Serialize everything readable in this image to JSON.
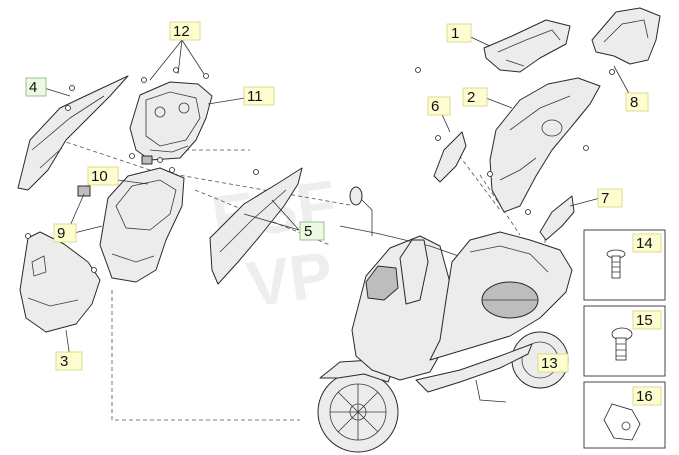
{
  "callouts": [
    {
      "id": "c1",
      "label": "1"
    },
    {
      "id": "c2",
      "label": "2"
    },
    {
      "id": "c3",
      "label": "3"
    },
    {
      "id": "c4",
      "label": "4"
    },
    {
      "id": "c5",
      "label": "5"
    },
    {
      "id": "c6",
      "label": "6"
    },
    {
      "id": "c7",
      "label": "7"
    },
    {
      "id": "c8",
      "label": "8"
    },
    {
      "id": "c9",
      "label": "9"
    },
    {
      "id": "c10",
      "label": "10"
    },
    {
      "id": "c11",
      "label": "11"
    },
    {
      "id": "c12",
      "label": "12"
    },
    {
      "id": "c13",
      "label": "13"
    },
    {
      "id": "c14",
      "label": "14"
    },
    {
      "id": "c15",
      "label": "15"
    },
    {
      "id": "c16",
      "label": "16"
    }
  ],
  "colors": {
    "callout_fill": "#fdfdd0",
    "callout_highlight_fill": "#eef8e4",
    "line": "#2a2a2a"
  },
  "icons": {
    "kit_14": "screw-icon",
    "kit_15": "screw-icon",
    "kit_16": "clip-icon"
  }
}
